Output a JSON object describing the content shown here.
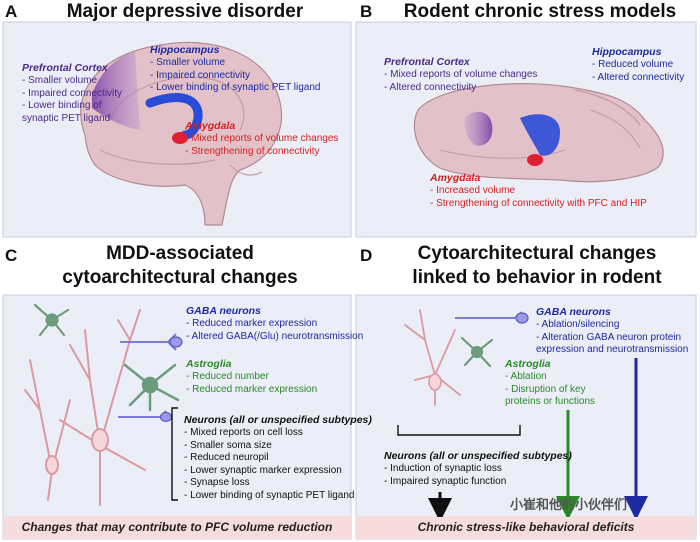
{
  "panelA": {
    "letter": "A",
    "title": "Major depressive disorder",
    "prefrontal": {
      "heading": "Prefrontal Cortex",
      "lines": [
        "- Smaller volume",
        "- Impaired connectivity",
        "- Lower binding of",
        "synaptic PET ligand"
      ]
    },
    "hippocampus": {
      "heading": "Hippocampus",
      "lines": [
        "- Smaller volume",
        "- Impaired connectivity",
        "- Lower binding of synaptic PET ligand"
      ]
    },
    "amygdala": {
      "heading": "Amygdala",
      "lines": [
        "- Mixed reports of volume changes",
        "- Strengthening of connectivity"
      ]
    }
  },
  "panelB": {
    "letter": "B",
    "title": "Rodent chronic stress models",
    "prefrontal": {
      "heading": "Prefrontal Cortex",
      "lines": [
        "- Mixed reports of volume changes",
        "- Altered connectivity"
      ]
    },
    "hippocampus": {
      "heading": "Hippocampus",
      "lines": [
        "- Reduced volume",
        "- Altered connectivity"
      ]
    },
    "amygdala": {
      "heading": "Amygdala",
      "lines": [
        "- Increased volume",
        "- Strengthening of connectivity with PFC and HIP"
      ]
    }
  },
  "panelC": {
    "letter": "C",
    "title_line1": "MDD-associated",
    "title_line2": "cytoarchitectural changes",
    "gaba": {
      "heading": "GABA neurons",
      "lines": [
        "- Reduced marker expression",
        "- Altered GABA(/Glu) neurotransmission"
      ]
    },
    "astroglia": {
      "heading": "Astroglia",
      "lines": [
        "- Reduced number",
        "- Reduced marker expression"
      ]
    },
    "neurons": {
      "heading": "Neurons (all or unspecified subtypes)",
      "lines": [
        "- Mixed reports on cell loss",
        "- Smaller soma size",
        "- Reduced neuropil",
        "- Lower synaptic marker expression",
        "- Synapse loss",
        "- Lower binding of synaptic PET ligand"
      ]
    },
    "footer": "Changes that may contribute to PFC volume reduction"
  },
  "panelD": {
    "letter": "D",
    "title_line1": "Cytoarchitectural changes",
    "title_line2": "linked to behavior in rodent",
    "gaba": {
      "heading": "GABA neurons",
      "lines": [
        "- Ablation/silencing",
        "- Alteration GABA neuron protein",
        "expression and  neurotransmission"
      ]
    },
    "astroglia": {
      "heading": "Astroglia",
      "lines": [
        "- Ablation",
        "- Disruption of key",
        "proteins or functions"
      ]
    },
    "neurons": {
      "heading": "Neurons (all or unspecified subtypes)",
      "lines": [
        "- Induction of synaptic loss",
        "- Impaired synaptic function"
      ]
    },
    "footer": "Chronic stress-like behavioral deficits"
  },
  "watermark": "小崔和他的小伙伴们",
  "colors": {
    "prefrontal": "#7a3fa8",
    "hippocampus": "#2a4bd8",
    "amygdala": "#e02030",
    "astroglia": "#6b9c7c",
    "gaba": "#7a7ad8",
    "neuron": "#d99aa0",
    "green_arrow": "#2a8a2a",
    "blue_arrow": "#1d2aa0"
  }
}
